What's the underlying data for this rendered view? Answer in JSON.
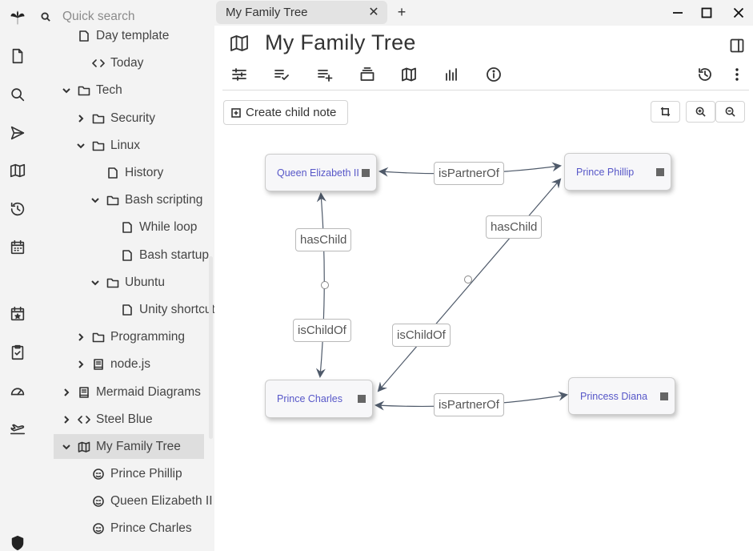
{
  "app": {
    "accent": "#5757c8"
  },
  "search": {
    "placeholder": "Quick search"
  },
  "launcher": {
    "items": [
      {
        "icon": "trilium-logo-icon"
      },
      {
        "icon": "new-note-icon"
      },
      {
        "icon": "search-icon"
      },
      {
        "icon": "send-icon"
      },
      {
        "icon": "map-icon"
      },
      {
        "icon": "recent-changes-icon"
      },
      {
        "icon": "calendar-icon"
      },
      {
        "icon": "starred-calendar-icon"
      },
      {
        "icon": "task-icon"
      },
      {
        "icon": "dashboard-icon"
      },
      {
        "icon": "airplane-icon"
      },
      {
        "icon": "shield-icon"
      }
    ]
  },
  "tree": {
    "items": [
      {
        "label": "Day template",
        "icon": "note-icon",
        "arrow": ""
      },
      {
        "label": "Today",
        "icon": "code-icon",
        "arrow": ""
      },
      {
        "label": "Tech",
        "icon": "folder-icon",
        "arrow": "down"
      },
      {
        "label": "Security",
        "icon": "folder-icon",
        "arrow": "right"
      },
      {
        "label": "Linux",
        "icon": "folder-icon",
        "arrow": "down"
      },
      {
        "label": "History",
        "icon": "note-icon",
        "arrow": ""
      },
      {
        "label": "Bash scripting",
        "icon": "folder-icon",
        "arrow": "down"
      },
      {
        "label": "While loop",
        "icon": "note-icon",
        "arrow": ""
      },
      {
        "label": "Bash startup",
        "icon": "note-icon",
        "arrow": ""
      },
      {
        "label": "Ubuntu",
        "icon": "folder-icon",
        "arrow": "down"
      },
      {
        "label": "Unity shortcuts",
        "icon": "note-icon",
        "arrow": ""
      },
      {
        "label": "Programming",
        "icon": "folder-icon",
        "arrow": "right"
      },
      {
        "label": "node.js",
        "icon": "book-icon",
        "arrow": "right"
      },
      {
        "label": "Mermaid Diagrams",
        "icon": "book-icon",
        "arrow": "right"
      },
      {
        "label": "Steel Blue",
        "icon": "code-icon",
        "arrow": "right"
      },
      {
        "label": "My Family Tree",
        "icon": "map-icon",
        "arrow": "down"
      },
      {
        "label": "Prince Phillip",
        "icon": "person-icon",
        "arrow": ""
      },
      {
        "label": "Queen Elizabeth II",
        "icon": "person-icon",
        "arrow": ""
      },
      {
        "label": "Prince Charles",
        "icon": "person-icon",
        "arrow": ""
      }
    ]
  },
  "tabs": [
    {
      "label": "My Family Tree"
    }
  ],
  "note": {
    "title": "My Family Tree",
    "create_child_label": "Create child note"
  },
  "map": {
    "nodes": [
      {
        "id": "qe",
        "label": "Queen Elizabeth II"
      },
      {
        "id": "pp",
        "label": "Prince Phillip"
      },
      {
        "id": "pc",
        "label": "Prince Charles"
      },
      {
        "id": "pd",
        "label": "Princess Diana"
      }
    ],
    "edges": [
      {
        "label": "isPartnerOf"
      },
      {
        "label": "hasChild"
      },
      {
        "label": "hasChild"
      },
      {
        "label": "isChildOf"
      },
      {
        "label": "isChildOf"
      },
      {
        "label": "isPartnerOf"
      }
    ]
  }
}
